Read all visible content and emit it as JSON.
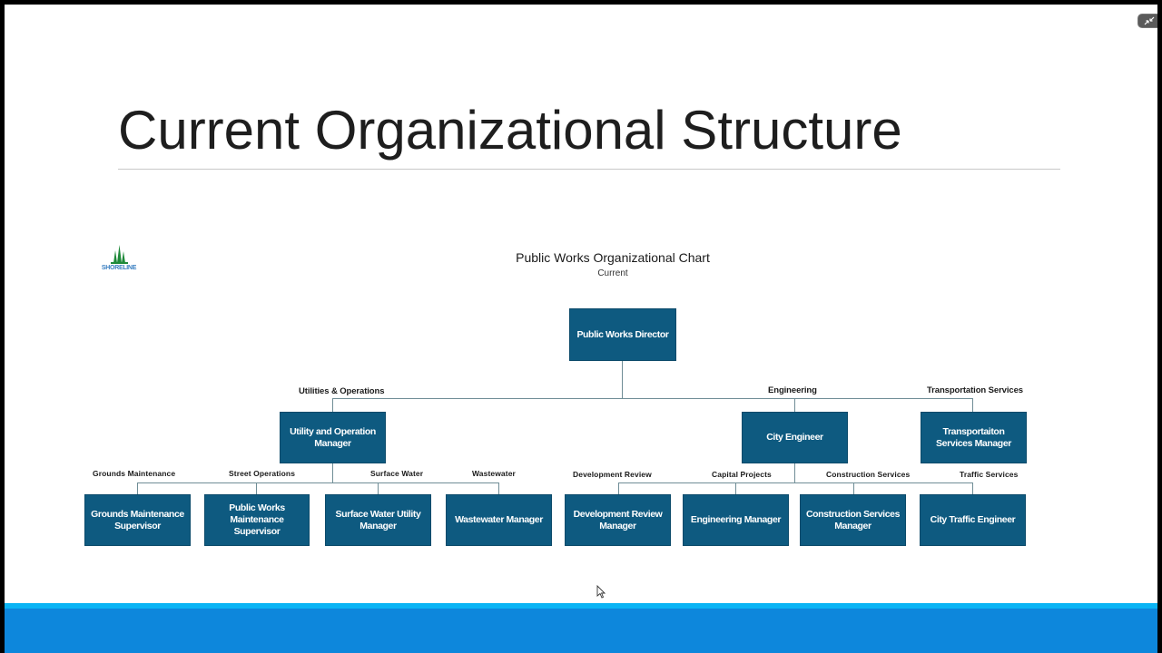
{
  "slide": {
    "title": "Current Organizational Structure"
  },
  "window": {
    "exit_fullscreen_icon": "exit-fullscreen-icon"
  },
  "logo": {
    "text": "SHORELINE",
    "icon": "trees-icon",
    "color": "#1f8a3a"
  },
  "org_chart": {
    "title": "Public Works Organizational Chart",
    "subtitle": "Current",
    "box_color": "#0e5a80",
    "director": "Public Works Director",
    "groups": [
      {
        "label": "Utilities & Operations",
        "manager": "Utility and Operation Manager",
        "subgroups": [
          {
            "label": "Grounds Maintenance",
            "position": "Grounds Maintenance Supervisor"
          },
          {
            "label": "Street Operations",
            "position": "Public Works Maintenance Supervisor"
          },
          {
            "label": "Surface Water",
            "position": "Surface Water Utility Manager"
          },
          {
            "label": "Wastewater",
            "position": "Wastewater Manager"
          }
        ]
      },
      {
        "label": "Engineering",
        "manager": "City Engineer",
        "subgroups": [
          {
            "label": "Development Review",
            "position": "Development Review Manager"
          },
          {
            "label": "Capital Projects",
            "position": "Engineering Manager"
          },
          {
            "label": "Construction Services",
            "position": "Construction Services Manager"
          },
          {
            "label": "Traffic Services",
            "position": "City Traffic Engineer"
          }
        ]
      },
      {
        "label": "Transportation Services",
        "manager": "Transportaiton Services Manager",
        "subgroups": []
      }
    ]
  },
  "footer": {
    "bar_color": "#0d87dc"
  }
}
